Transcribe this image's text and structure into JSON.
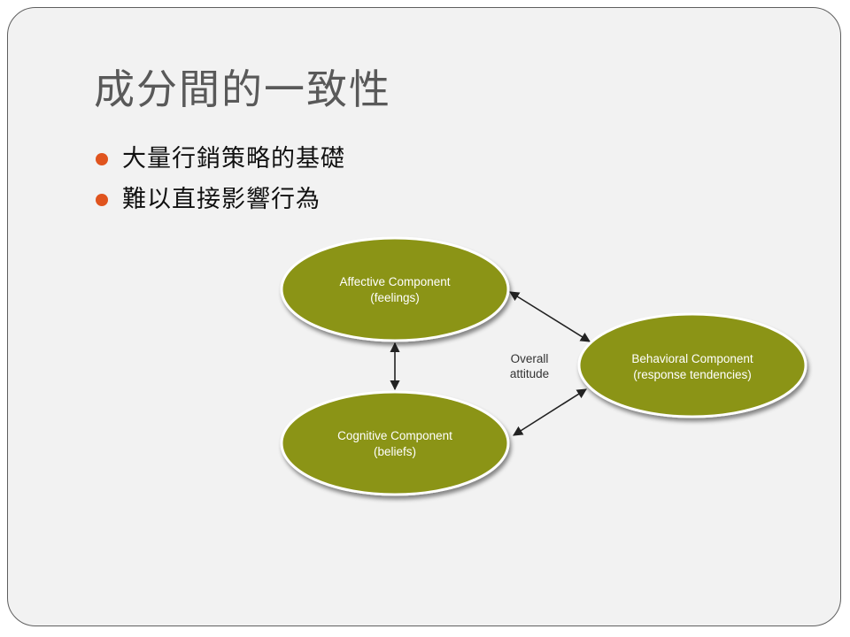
{
  "slide": {
    "title": "成分間的一致性",
    "bullets": [
      "大量行銷策略的基礎",
      "難以直接影響行為"
    ]
  },
  "diagram": {
    "fill_color": "#8b9414",
    "nodes": [
      {
        "id": "affective",
        "line1": "Affective Component",
        "line2": "(feelings)"
      },
      {
        "id": "cognitive",
        "line1": "Cognitive Component",
        "line2": "(beliefs)"
      },
      {
        "id": "behavioral",
        "line1": "Behavioral Component",
        "line2": "(response tendencies)"
      }
    ],
    "center": {
      "line1": "Overall",
      "line2": "attitude"
    },
    "edges": [
      {
        "from": "affective",
        "to": "cognitive",
        "bidirectional": true
      },
      {
        "from": "affective",
        "to": "behavioral",
        "bidirectional": true
      },
      {
        "from": "cognitive",
        "to": "behavioral",
        "bidirectional": true
      }
    ]
  }
}
